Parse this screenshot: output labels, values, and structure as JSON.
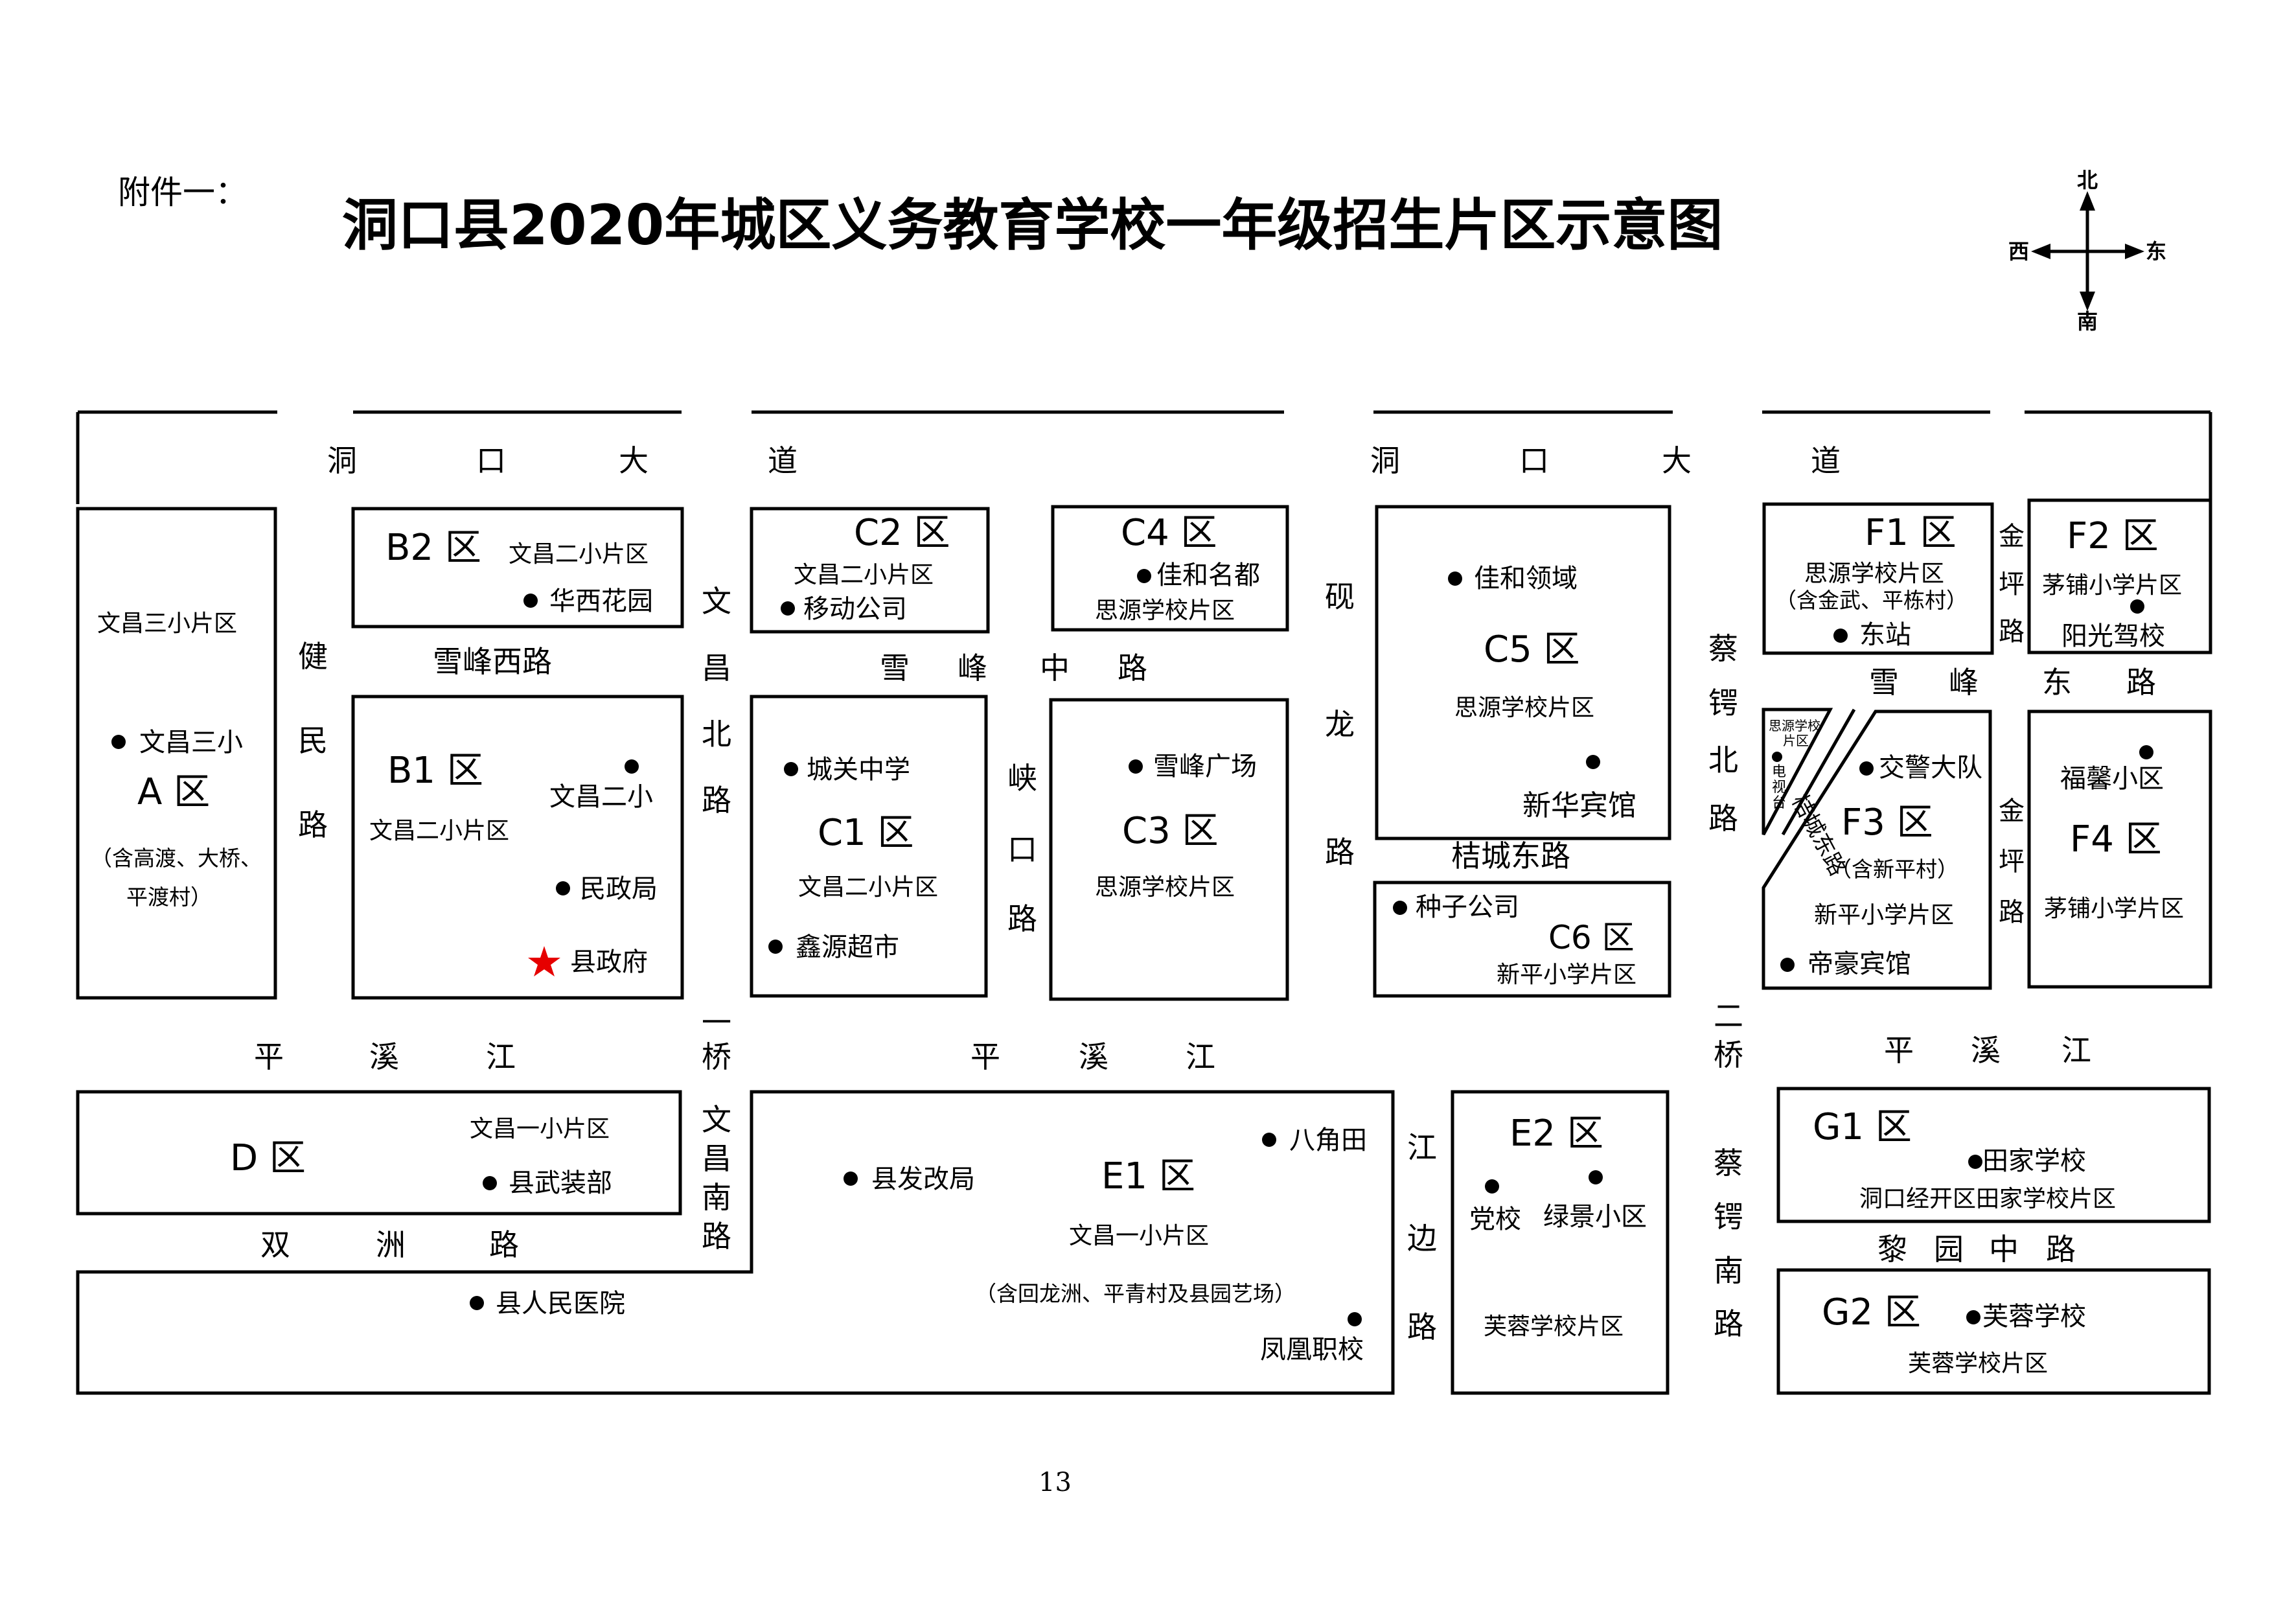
{
  "header": {
    "attachment": "附件一：",
    "title": "洞口县2020年城区义务教育学校一年级招生片区示意图"
  },
  "compass": {
    "north": "北",
    "south": "南",
    "west": "西",
    "east": "东"
  },
  "page_number": "13",
  "roads": {
    "dongkou_avenue": [
      "洞",
      "口",
      "大",
      "道",
      "洞",
      "口",
      "大",
      "道"
    ],
    "jianmin": [
      "健",
      "民",
      "路"
    ],
    "wenchang_north": [
      "文",
      "昌",
      "北",
      "路"
    ],
    "wenchang_south": [
      "文",
      "昌",
      "南",
      "路"
    ],
    "xiakou": [
      "峡",
      "口",
      "路"
    ],
    "yanlong": [
      "砚",
      "龙",
      "路"
    ],
    "caie_north": [
      "蔡",
      "锷",
      "北",
      "路"
    ],
    "caie_south": [
      "蔡",
      "锷",
      "南",
      "路"
    ],
    "jinping_a": [
      "金",
      "坪",
      "路"
    ],
    "jinping_b": [
      "金",
      "坪",
      "路"
    ],
    "jiangbian": [
      "江",
      "边",
      "路"
    ],
    "xuefeng_west": "雪峰西路",
    "xuefeng_middle": [
      "雪",
      "峰",
      "中",
      "路"
    ],
    "xuefeng_east": [
      "雪",
      "峰",
      "东",
      "路"
    ],
    "jiecheng_east": "桔城东路",
    "pingxi_river": [
      "平",
      "溪",
      "江",
      "平",
      "溪",
      "江",
      "平",
      "溪",
      "江"
    ],
    "bridge1": [
      "一",
      "桥"
    ],
    "bridge2": [
      "二",
      "桥"
    ],
    "shuangzhou": [
      "双",
      "洲",
      "路"
    ],
    "liyuan": [
      "黎",
      "园",
      "中",
      "路"
    ],
    "jiecheng_diag": "桔城东路"
  },
  "zones": {
    "A": {
      "name": "A 区",
      "school": "文昌三小片区",
      "poi": "文昌三小",
      "note1": "（含高渡、大桥、",
      "note2": "平渡村）"
    },
    "B2": {
      "name": "B2 区",
      "school": "文昌二小片区",
      "poi": "华西花园"
    },
    "B1": {
      "name": "B1 区",
      "school": "文昌二小片区",
      "poi1": "文昌二小",
      "poi2": "民政局",
      "poi3": "县政府"
    },
    "C2": {
      "name": "C2 区",
      "school": "文昌二小片区",
      "poi": "移动公司"
    },
    "C4": {
      "name": "C4 区",
      "poi": "佳和名都",
      "school": "思源学校片区"
    },
    "C1": {
      "name": "C1 区",
      "poi1": "城关中学",
      "school": "文昌二小片区",
      "poi2": "鑫源超市"
    },
    "C3": {
      "name": "C3 区",
      "poi": "雪峰广场",
      "school": "思源学校片区"
    },
    "C5": {
      "name": "C5 区",
      "poi1": "佳和领域",
      "school": "思源学校片区",
      "poi2": "新华宾馆"
    },
    "C6": {
      "name": "C6 区",
      "poi": "种子公司",
      "school": "新平小学片区"
    },
    "F1": {
      "name": "F1 区",
      "school": "思源学校片区",
      "note": "（含金武、平栋村）",
      "poi": "东站"
    },
    "F2": {
      "name": "F2 区",
      "school": "茅铺小学片区",
      "poi": "阳光驾校"
    },
    "tv": {
      "school1": "思源学校",
      "school2": "片区",
      "poi": "电视台"
    },
    "F3": {
      "name": "F3 区",
      "poi1": "交警大队",
      "note": "（含新平村）",
      "school": "新平小学片区",
      "poi2": "帝豪宾馆"
    },
    "F4": {
      "name": "F4 区",
      "poi": "福馨小区",
      "school": "茅铺小学片区"
    },
    "D": {
      "name": "D 区",
      "school": "文昌一小片区",
      "poi": "县武装部"
    },
    "E1": {
      "name": "E1 区",
      "poi1": "县发改局",
      "poi2": "八角田",
      "school": "文昌一小片区",
      "note": "（含回龙洲、平青村及县园艺场）",
      "poi3": "凤凰职校",
      "poi4": "县人民医院"
    },
    "E2": {
      "name": "E2 区",
      "poi1": "党校",
      "poi2": "绿景小区",
      "school": "芙蓉学校片区"
    },
    "G1": {
      "name": "G1 区",
      "poi": "田家学校",
      "school": "洞口经开区田家学校片区"
    },
    "G2": {
      "name": "G2 区",
      "poi": "芙蓉学校",
      "school": "芙蓉学校片区"
    }
  },
  "colors": {
    "line": "#000000",
    "star": "#e60000",
    "background": "#ffffff"
  }
}
